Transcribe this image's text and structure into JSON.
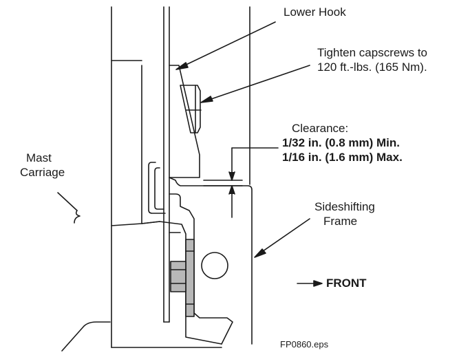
{
  "labels": {
    "lower_hook": "Lower Hook",
    "tighten_line1": "Tighten capscrews to",
    "tighten_line2": "120 ft.-lbs. (165 Nm).",
    "clearance_title": "Clearance:",
    "clearance_min": "1/32 in. (0.8 mm) Min.",
    "clearance_max": "1/16 in. (1.6 mm) Max.",
    "mast_line1": "Mast",
    "mast_line2": "Carriage",
    "sideshift_line1": "Sideshifting",
    "sideshift_line2": "Frame",
    "front": "FRONT",
    "file_name": "FP0860.eps"
  },
  "colors": {
    "line": "#1a1a1a",
    "bolt_fill": "#b8b8b8",
    "background": "#ffffff"
  }
}
